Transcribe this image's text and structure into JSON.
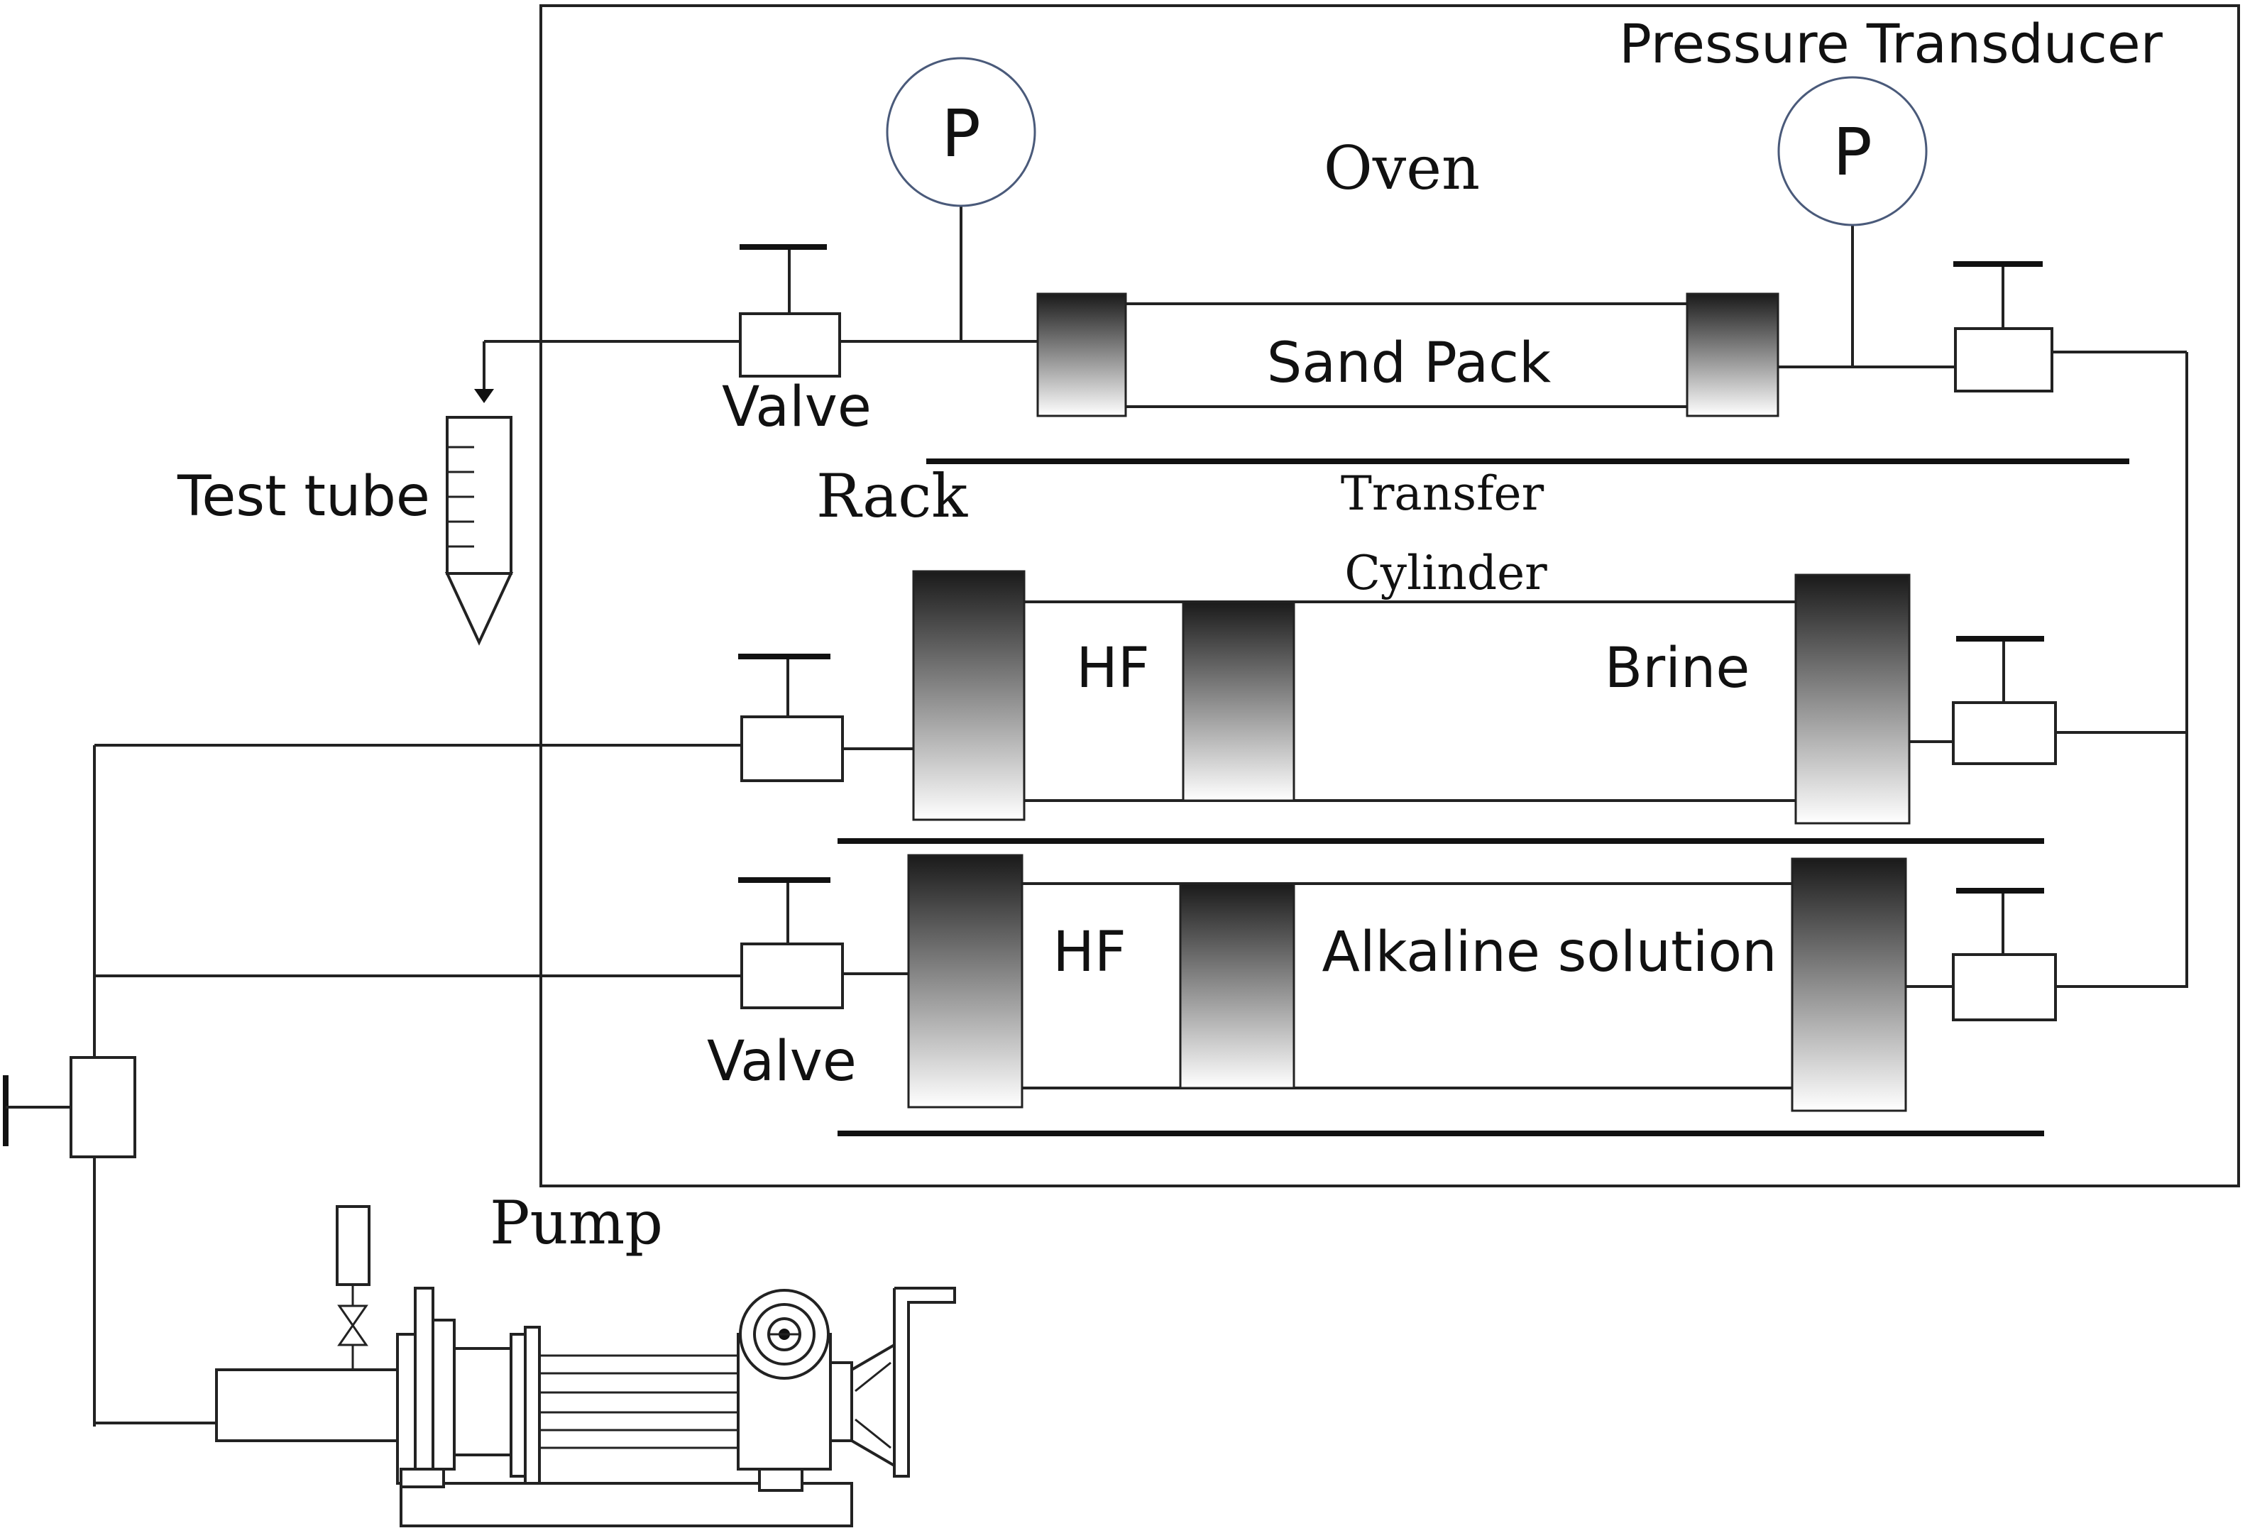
{
  "labels": {
    "pressure_transducer": "Pressure Transducer",
    "gauge_left": "P",
    "gauge_right": "P",
    "oven": "Oven",
    "sand_pack": "Sand Pack",
    "valve_top": "Valve",
    "valve_bottom": "Valve",
    "test_tube": "Test tube",
    "rack": "Rack",
    "transfer_line1": "Transfer",
    "transfer_line2": "Cylinder",
    "hf_top": "HF",
    "brine": "Brine",
    "hf_bottom": "HF",
    "alkaline": "Alkaline solution",
    "pump": "Pump"
  },
  "colors": {
    "piston_dark": "#1a1a1a",
    "piston_light": "#ffffff",
    "gauge_outline": "#4a5a7a",
    "line": "#222222"
  }
}
